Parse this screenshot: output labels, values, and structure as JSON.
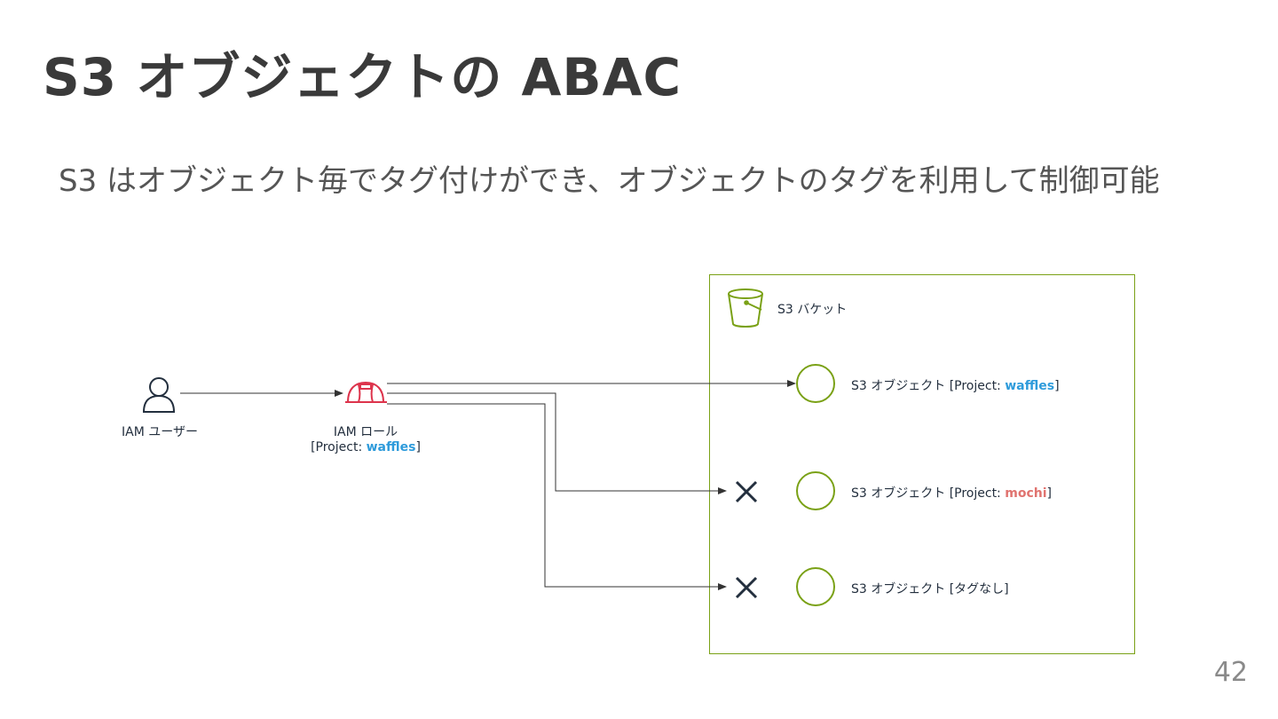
{
  "slide": {
    "title": "S3 オブジェクトの ABAC",
    "subtitle": "S3 はオブジェクト毎でタグ付けができ、オブジェクトのタグを利用して制御可能",
    "page_number": "42"
  },
  "diagram": {
    "user": {
      "label": "IAM ユーザー",
      "icon": "user-icon"
    },
    "role": {
      "label": "IAM ロール",
      "tag_prefix": "[Project: ",
      "tag_value": "waffles",
      "tag_suffix": "]",
      "icon": "iam-role-icon"
    },
    "bucket": {
      "label": "S3 バケット",
      "icon": "s3-bucket-icon"
    },
    "objects": [
      {
        "label_prefix": "S3 オブジェクト [Project: ",
        "tag_value": "waffles",
        "label_suffix": "]",
        "access": "allowed"
      },
      {
        "label_prefix": "S3 オブジェクト [Project: ",
        "tag_value": "mochi",
        "label_suffix": "]",
        "access": "denied"
      },
      {
        "label_prefix": "S3 オブジェクト [タグなし]",
        "tag_value": "",
        "label_suffix": "",
        "access": "denied"
      }
    ],
    "colors": {
      "green": "#7aa116",
      "role_red": "#dd344c",
      "tag_blue": "#2e9bdb",
      "tag_red": "#e0736f",
      "line": "#333333"
    }
  }
}
